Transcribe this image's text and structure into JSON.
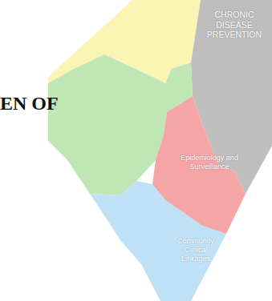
{
  "diagram": {
    "nodes": [
      {
        "text": [
          "CHRONIC DISEASE PREVENTION"
        ]
      },
      {
        "text": [
          "Epidemiology and Surveillance"
        ]
      },
      {
        "text": [
          "Community Clinical Linkages"
        ]
      }
    ],
    "labels": [
      "EN OF"
    ]
  }
}
